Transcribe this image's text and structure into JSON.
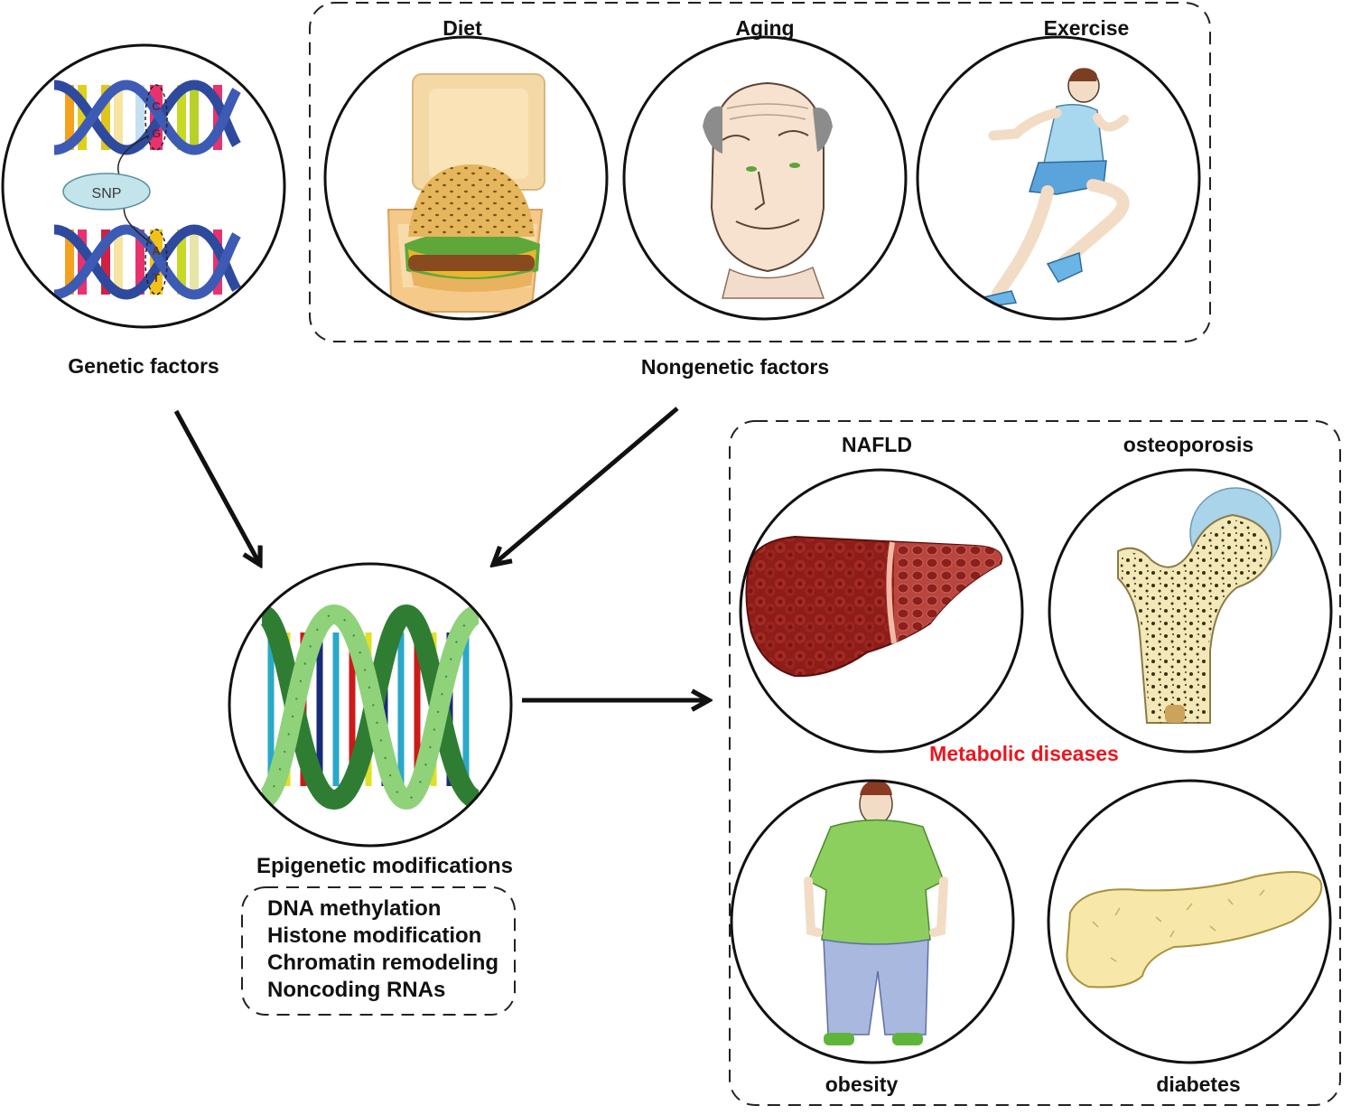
{
  "genetic": {
    "label": "Genetic factors",
    "snp_label": "SNP",
    "bases_top": [
      "C",
      "G"
    ],
    "bases_bottom": [
      "A",
      "T"
    ]
  },
  "nongenetic": {
    "label": "Nongenetic factors",
    "items": [
      {
        "label": "Diet",
        "icon": "burger-box-icon"
      },
      {
        "label": "Aging",
        "icon": "old-man-face-icon"
      },
      {
        "label": "Exercise",
        "icon": "runner-icon"
      }
    ]
  },
  "epigenetic": {
    "label": "Epigenetic modifications",
    "modifications": [
      "DNA methylation",
      "Histone modification",
      "Chromatin remodeling",
      "Noncoding RNAs"
    ]
  },
  "metabolic": {
    "label": "Metabolic diseases",
    "label_color": "#e8181e",
    "diseases": [
      {
        "label": "NAFLD",
        "icon": "liver-icon"
      },
      {
        "label": "osteoporosis",
        "icon": "femur-bone-icon"
      },
      {
        "label": "obesity",
        "icon": "obese-person-icon"
      },
      {
        "label": "diabetes",
        "icon": "pancreas-icon"
      }
    ]
  }
}
